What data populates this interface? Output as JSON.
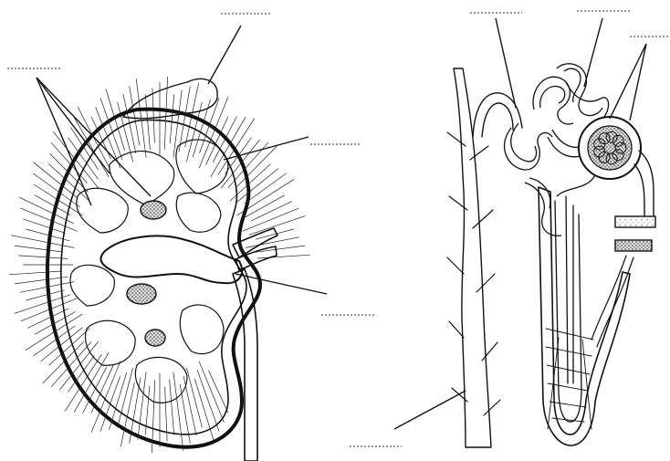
{
  "figure": {
    "background": "#ffffff",
    "ink_color": "#111111",
    "stipple_color": "#8c8c8c",
    "panels": [
      {
        "name": "kidney-section"
      },
      {
        "name": "nephron"
      }
    ],
    "label_blanks": [
      {
        "name": "capsule-label-blank",
        "text": ""
      },
      {
        "name": "pyramid-label-blank",
        "text": ""
      },
      {
        "name": "cortex-label-blank",
        "text": ""
      },
      {
        "name": "pelvis-label-blank",
        "text": ""
      },
      {
        "name": "tubule-label-blank",
        "text": ""
      },
      {
        "name": "loop-label-blank",
        "text": ""
      },
      {
        "name": "glomerulus-label-blank",
        "text": ""
      },
      {
        "name": "vessel-label-blank",
        "text": ""
      }
    ]
  }
}
